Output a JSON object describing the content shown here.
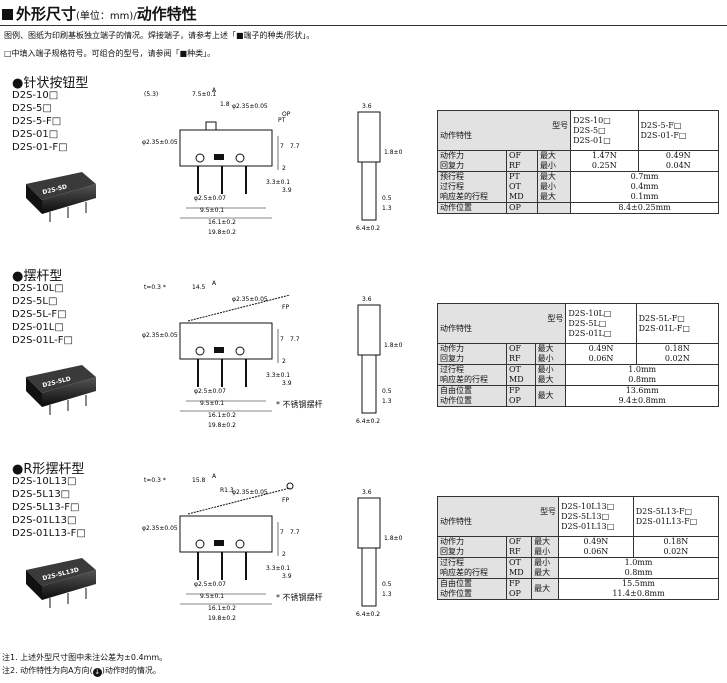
{
  "title": {
    "main": "外形尺寸",
    "unit": "(单位：mm)",
    "sep": "/",
    "rest": "动作特性"
  },
  "intro": {
    "line1": "图例、图纸为印刷基板独立端子的情况。焊接端子，请参考上述「■端子的种类/形状」。",
    "line2": "□中填入端子规格符号。可组合的型号，请参阅「■种类」。"
  },
  "sections": [
    {
      "heading": "●针状按钮型",
      "models": [
        "D2S-10□",
        "D2S-5□",
        "D2S-5-F□",
        "D2S-01□",
        "D2S-01-F□"
      ],
      "photo_label": "D2S-5D",
      "dims": {
        "d1": "(5.3)",
        "d2": "7.5±0.1",
        "d3": "1.8",
        "d4": "φ2.35±0.05",
        "d5": "PT",
        "d6": "OP",
        "d7": "φ2.35±0.05",
        "d8": "7",
        "d9": "7.7",
        "d10": "2",
        "d11": "3.3±0.1",
        "d12": "3.9",
        "d13": "φ2.5±0.07",
        "d14": "9.5±0.1",
        "d15": "16.1±0.2",
        "d16": "19.8±0.2",
        "d17": "3.6",
        "d18": "1.8±0.1",
        "d19": "0.5",
        "d20": "1.3",
        "d21": "6.4±0.2",
        "a": "A"
      },
      "note": "",
      "table": {
        "hdr_type": "型号",
        "hdr_char": "动作特性",
        "col1": [
          "D2S-10□",
          "D2S-5□",
          "D2S-01□"
        ],
        "col2": [
          "D2S-5-F□",
          "D2S-01-F□"
        ],
        "r1": {
          "labels": [
            "动作力",
            "回复力"
          ],
          "codes": [
            "OF",
            "RF"
          ],
          "q": [
            "最大",
            "最小"
          ],
          "v1": [
            "1.47N",
            "0.25N"
          ],
          "v2": [
            "0.49N",
            "0.04N"
          ]
        },
        "r2": {
          "labels": [
            "预行程",
            "过行程",
            "响应差的行程"
          ],
          "codes": [
            "PT",
            "OT",
            "MD"
          ],
          "q": [
            "最大",
            "最小",
            "最大"
          ],
          "v": [
            "0.7mm",
            "0.4mm",
            "0.1mm"
          ]
        },
        "r3": {
          "labels": [
            "动作位置"
          ],
          "codes": [
            "OP"
          ],
          "q": [
            ""
          ],
          "v": [
            "8.4±0.25mm"
          ]
        }
      }
    },
    {
      "heading": "●摆杆型",
      "models": [
        "D2S-10L□",
        "D2S-5L□",
        "D2S-5L-F□",
        "D2S-01L□",
        "D2S-01L-F□"
      ],
      "photo_label": "D2S-5LD",
      "dims": {
        "d1": "t=0.3 *",
        "d2": "14.5",
        "d4": "φ2.35±0.05",
        "d6": "FP",
        "d7": "φ2.35±0.05",
        "d8": "7",
        "d9": "7.7",
        "d10": "2",
        "d11": "3.3±0.1",
        "d12": "3.9",
        "d13": "φ2.5±0.07",
        "d14": "9.5±0.1",
        "d15": "16.1±0.2",
        "d16": "19.8±0.2",
        "d17": "3.6",
        "d18": "1.8±0.1",
        "d19": "0.5",
        "d20": "1.3",
        "d21": "6.4±0.2",
        "a": "A"
      },
      "note": "* 不锈钢摆杆",
      "table": {
        "hdr_type": "型号",
        "hdr_char": "动作特性",
        "col1": [
          "D2S-10L□",
          "D2S-5L□",
          "D2S-01L□"
        ],
        "col2": [
          "D2S-5L-F□",
          "D2S-01L-F□"
        ],
        "r1": {
          "labels": [
            "动作力",
            "回复力"
          ],
          "codes": [
            "OF",
            "RF"
          ],
          "q": [
            "最大",
            "最小"
          ],
          "v1": [
            "0.49N",
            "0.06N"
          ],
          "v2": [
            "0.18N",
            "0.02N"
          ]
        },
        "r2": {
          "labels": [
            "过行程",
            "响应差的行程"
          ],
          "codes": [
            "OT",
            "MD"
          ],
          "q": [
            "最小",
            "最大"
          ],
          "v": [
            "1.0mm",
            "0.8mm"
          ]
        },
        "r3": {
          "labels": [
            "自由位置",
            "动作位置"
          ],
          "codes": [
            "FP",
            "OP"
          ],
          "q": [
            "最大",
            ""
          ],
          "v": [
            "13.6mm",
            "9.4±0.8mm"
          ]
        }
      }
    },
    {
      "heading": "●R形摆杆型",
      "models": [
        "D2S-10L13□",
        "D2S-5L13□",
        "D2S-5L13-F□",
        "D2S-01L13□",
        "D2S-01L13-F□"
      ],
      "photo_label": "D2S-5L13D",
      "dims": {
        "d1": "t=0.3 *",
        "d2": "15.8",
        "d3": "R1.3",
        "d4": "φ2.35±0.05",
        "d6": "FP",
        "d7": "φ2.35±0.05",
        "d8": "7",
        "d9": "7.7",
        "d10": "2",
        "d11": "3.3±0.1",
        "d12": "3.9",
        "d13": "φ2.5±0.07",
        "d14": "9.5±0.1",
        "d15": "16.1±0.2",
        "d16": "19.8±0.2",
        "d17": "3.6",
        "d18": "1.8±0.1",
        "d19": "0.5",
        "d20": "1.3",
        "d21": "6.4±0.2",
        "a": "A"
      },
      "note": "* 不锈钢摆杆",
      "table": {
        "hdr_type": "型号",
        "hdr_char": "动作特性",
        "col1": [
          "D2S-10L13□",
          "D2S-5L13□",
          "D2S-01L13□"
        ],
        "col2": [
          "D2S-5L13-F□",
          "D2S-01L13-F□"
        ],
        "r1": {
          "labels": [
            "动作力",
            "回复力"
          ],
          "codes": [
            "OF",
            "RF"
          ],
          "q": [
            "最大",
            "最小"
          ],
          "v1": [
            "0.49N",
            "0.06N"
          ],
          "v2": [
            "0.18N",
            "0.02N"
          ]
        },
        "r2": {
          "labels": [
            "过行程",
            "响应差的行程"
          ],
          "codes": [
            "OT",
            "MD"
          ],
          "q": [
            "最小",
            "最大"
          ],
          "v": [
            "1.0mm",
            "0.8mm"
          ]
        },
        "r3": {
          "labels": [
            "自由位置",
            "动作位置"
          ],
          "codes": [
            "FP",
            "OP"
          ],
          "q": [
            "最大",
            ""
          ],
          "v": [
            "15.5mm",
            "11.4±0.8mm"
          ]
        }
      }
    }
  ],
  "notes": {
    "n1": "注1. 上述外型尺寸图中未注公差为±0.4mm。",
    "n2a": "注2. 动作特性为向A方向(",
    "n2b": ")动作时的情况。"
  }
}
